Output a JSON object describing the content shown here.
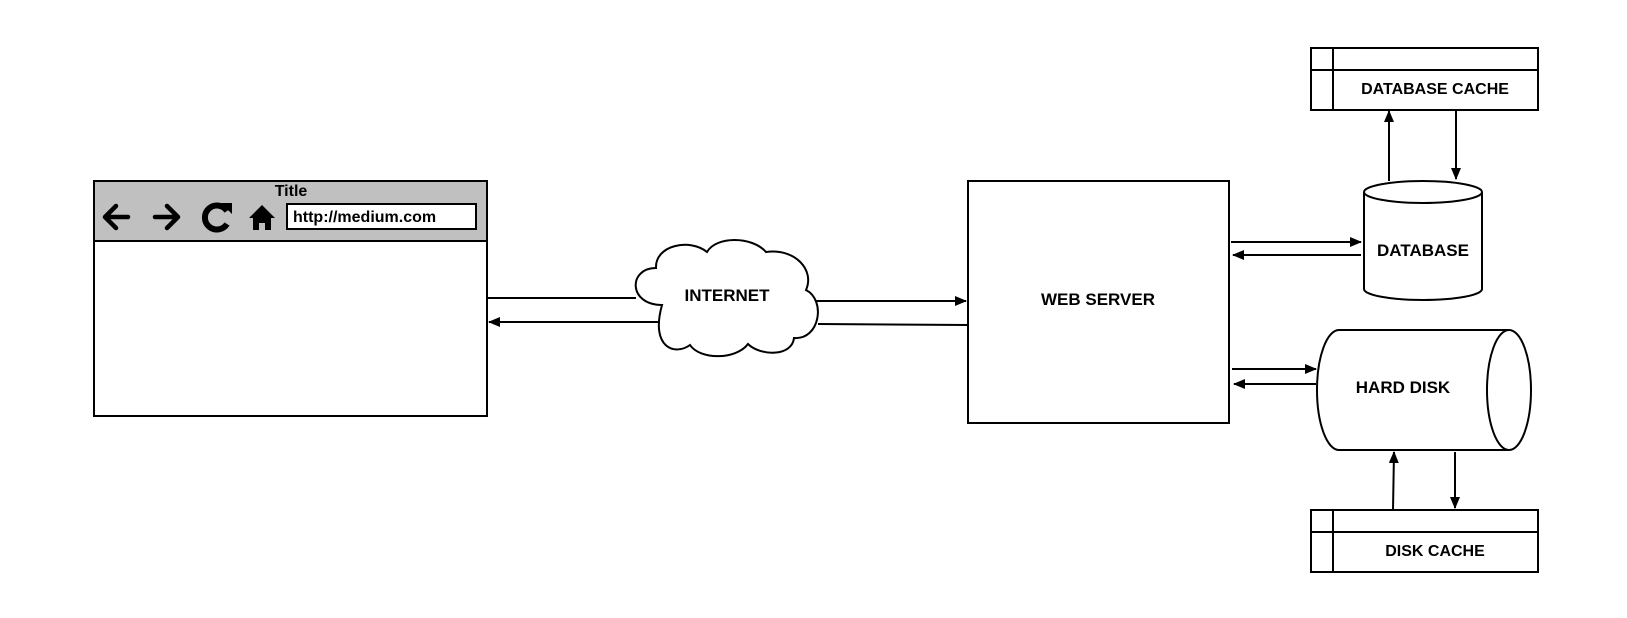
{
  "browser": {
    "title": "Title",
    "url": "http://medium.com",
    "icons": [
      "back-arrow-icon",
      "forward-arrow-icon",
      "refresh-icon",
      "home-icon"
    ],
    "toolbar_color": "#c0c0c0"
  },
  "internet": {
    "label": "INTERNET"
  },
  "web_server": {
    "label": "WEB SERVER"
  },
  "database": {
    "label": "DATABASE"
  },
  "database_cache": {
    "label": "DATABASE CACHE"
  },
  "hard_disk": {
    "label": "HARD DISK"
  },
  "disk_cache": {
    "label": "DISK CACHE"
  }
}
